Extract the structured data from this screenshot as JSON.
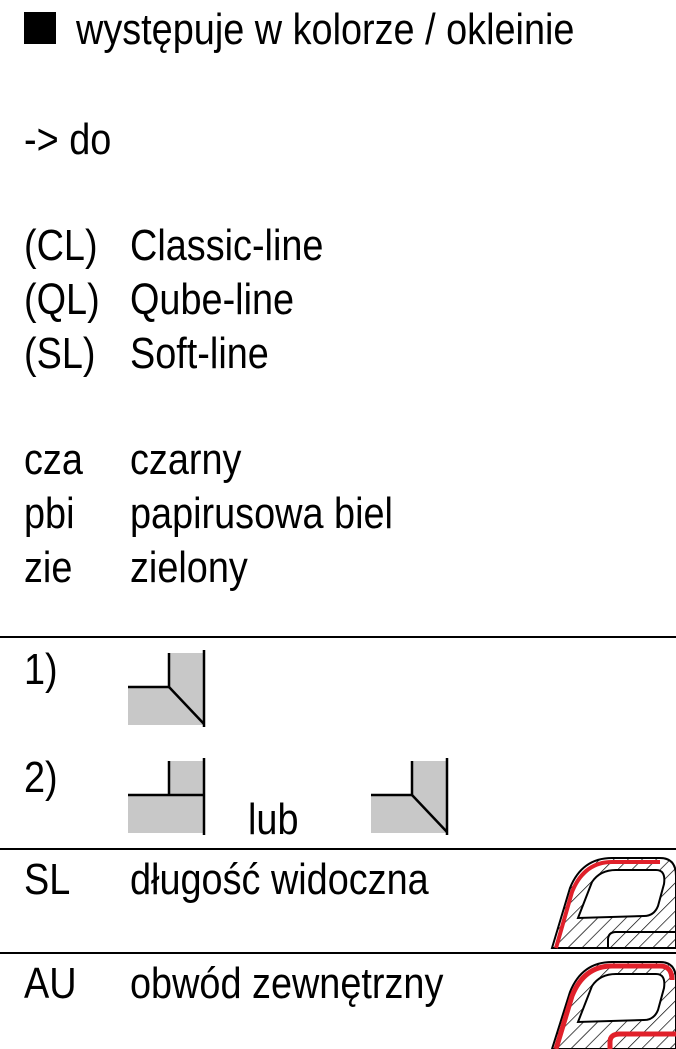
{
  "legend": {
    "square_label": "występuje w kolorze / okleinie",
    "color_symbol": "#000000"
  },
  "arrow_label": "-> do",
  "lines": [
    {
      "code": "(CL)",
      "name": "Classic-line"
    },
    {
      "code": "(QL)",
      "name": "Qube-line"
    },
    {
      "code": "(SL)",
      "name": "Soft-line"
    }
  ],
  "colors": [
    {
      "code": "cza",
      "name": "czarny"
    },
    {
      "code": "pbi",
      "name": "papirusowa biel"
    },
    {
      "code": "zie",
      "name": "zielony"
    }
  ],
  "notes": {
    "note1_label": "1)",
    "note2_label": "2)",
    "or_label": "lub"
  },
  "measures": [
    {
      "code": "SL",
      "name": "długość widoczna"
    },
    {
      "code": "AU",
      "name": "obwód zewnętrzny"
    }
  ],
  "palette": {
    "fill_gray": "#c8c8c8",
    "profile_red": "#e0202a"
  }
}
